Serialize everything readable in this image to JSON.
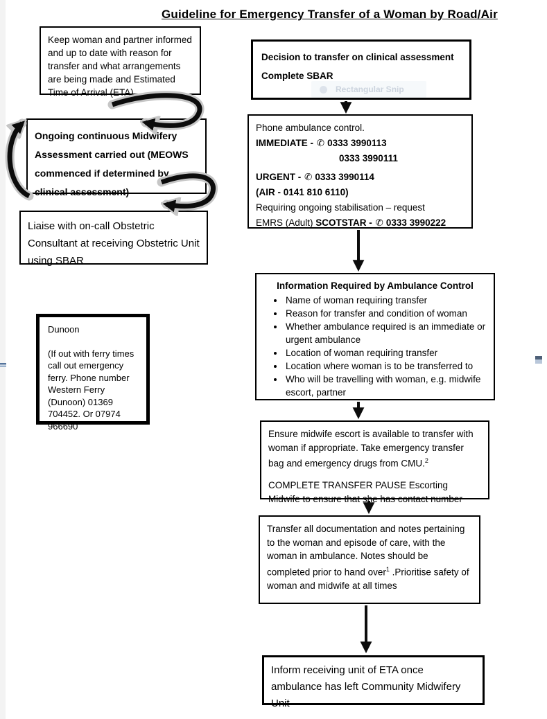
{
  "page": {
    "title": "Guideline for Emergency Transfer of a Woman by Road/Air"
  },
  "overlay": {
    "snip_label": "Rectangular Snip"
  },
  "left_column": {
    "keep_informed": "Keep woman and partner informed and up to date with reason for transfer and what arrangements are being made and Estimated Time of Arrival (ETA)",
    "ongoing": "Ongoing continuous Midwifery Assessment carried out (MEOWS commenced if determined by clinical assessment)",
    "liaise": "Liaise with on-call Obstetric Consultant at receiving Obstetric Unit using SBAR",
    "dunoon": {
      "title": "Dunoon",
      "body": "(If out with ferry times call out emergency ferry. Phone number Western Ferry (Dunoon) 01369 704452. Or 07974 966690"
    }
  },
  "flow": {
    "decision": {
      "line1": "Decision to transfer on clinical assessment",
      "line2": "Complete SBAR"
    },
    "phone": {
      "intro": "Phone ambulance control.",
      "phone_icon": "✆",
      "immediate_label": "IMMEDIATE - ",
      "immediate_number": "0333 3990113",
      "immediate_number2": "0333 3990111",
      "urgent_label": "URGENT - ",
      "urgent_number": "0333 3990114",
      "air": "(AIR - 0141 810 6110)",
      "stabilisation": "Requiring ongoing stabilisation – request",
      "emrs_prefix": "EMRS (Adult) ",
      "emrs_bold": "SCOTSTAR - ",
      "emrs_number": "0333 3990222"
    },
    "info": {
      "title": "Information Required by Ambulance Control",
      "bullets": [
        "Name of woman requiring transfer",
        "Reason for transfer and condition of woman",
        "Whether ambulance required is an immediate or urgent ambulance",
        "Location of woman requiring transfer",
        "Location where woman is to be transferred to",
        "Who will be travelling with woman, e.g. midwife escort, partner"
      ]
    },
    "ensure": {
      "para1": "Ensure midwife escort is available to transfer with woman if appropriate. Take emergency transfer bag and emergency drugs from CMU.",
      "para1_sup": "2",
      "para2": "COMPLETE TRANSFER PAUSE Escorting Midwife to ensure that she has contact number"
    },
    "transfer": {
      "part1": "Transfer all documentation and notes pertaining to the woman and episode of care, with the woman in ambulance.  Notes should be completed prior to hand over",
      "sup": "1",
      "part2": " .Prioritise safety of woman and midwife at all times"
    },
    "inform": "Inform receiving unit of ETA once ambulance has left Community Midwifery Unit"
  }
}
